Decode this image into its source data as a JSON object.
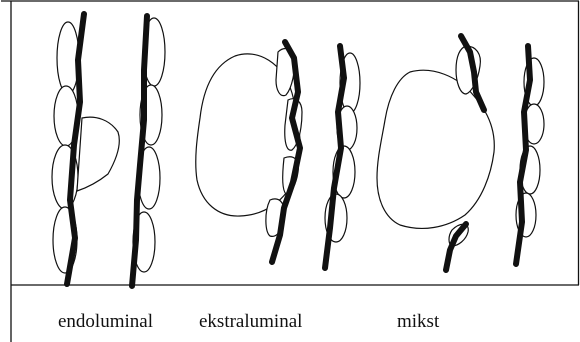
{
  "diagram": {
    "panels": [
      {
        "caption": "endoluminal"
      },
      {
        "caption": "ekstraluminal"
      },
      {
        "caption": "mikst"
      }
    ]
  }
}
